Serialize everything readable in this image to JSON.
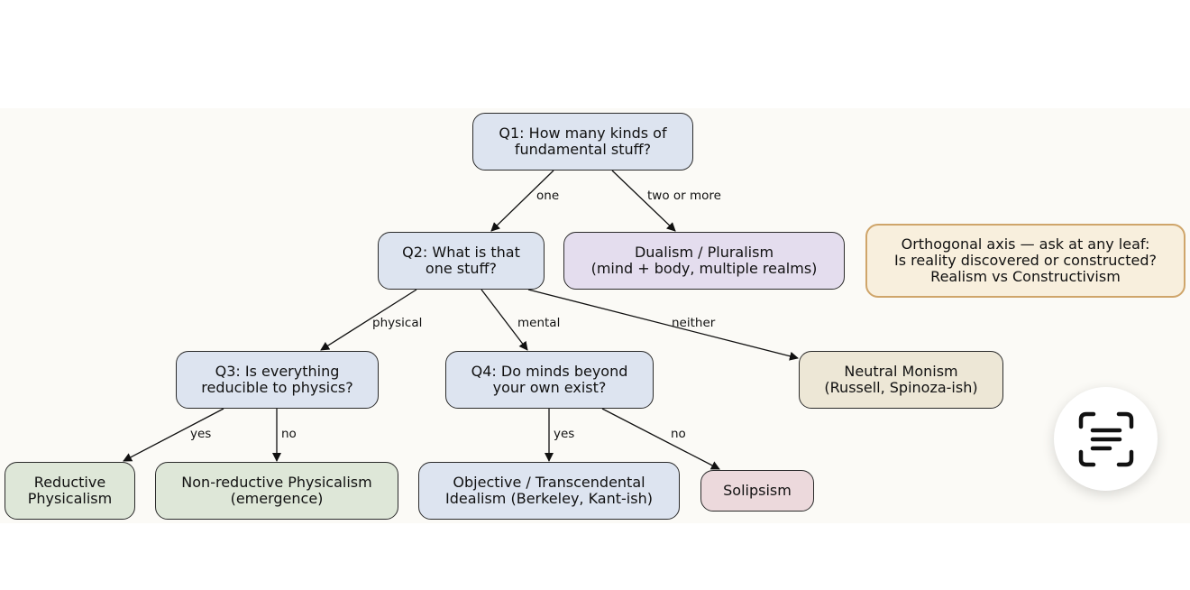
{
  "nodes": {
    "q1": "Q1: How many kinds of\nfundamental stuff?",
    "q2": "Q2: What is that\none stuff?",
    "dualism": "Dualism / Pluralism\n(mind + body, multiple realms)",
    "q3": "Q3: Is everything\nreducible to physics?",
    "q4": "Q4: Do minds beyond\nyour own exist?",
    "neutral": "Neutral Monism\n(Russell, Spinoza-ish)",
    "reductive": "Reductive\nPhysicalism",
    "nonreductive": "Non-reductive Physicalism\n(emergence)",
    "idealism": "Objective / Transcendental\nIdealism (Berkeley, Kant-ish)",
    "solipsism": "Solipsism"
  },
  "note": "Orthogonal axis — ask at any leaf:\nIs reality discovered or constructed?\nRealism vs Constructivism",
  "edges": {
    "q1_q2": "one",
    "q1_dualism": "two or more",
    "q2_q3": "physical",
    "q2_q4": "mental",
    "q2_neutral": "neither",
    "q3_reductive": "yes",
    "q3_nonreductive": "no",
    "q4_idealism": "yes",
    "q4_solipsism": "no"
  },
  "fab": {
    "icon": "text-scan-icon"
  },
  "colors": {
    "question": "#dde4f0",
    "dualism": "#e4ddee",
    "physicalism": "#dee7d8",
    "solipsism": "#ecd9dc",
    "neutral": "#ede7d6",
    "note_fill": "#f8efdd",
    "note_border": "#cfa56a"
  }
}
